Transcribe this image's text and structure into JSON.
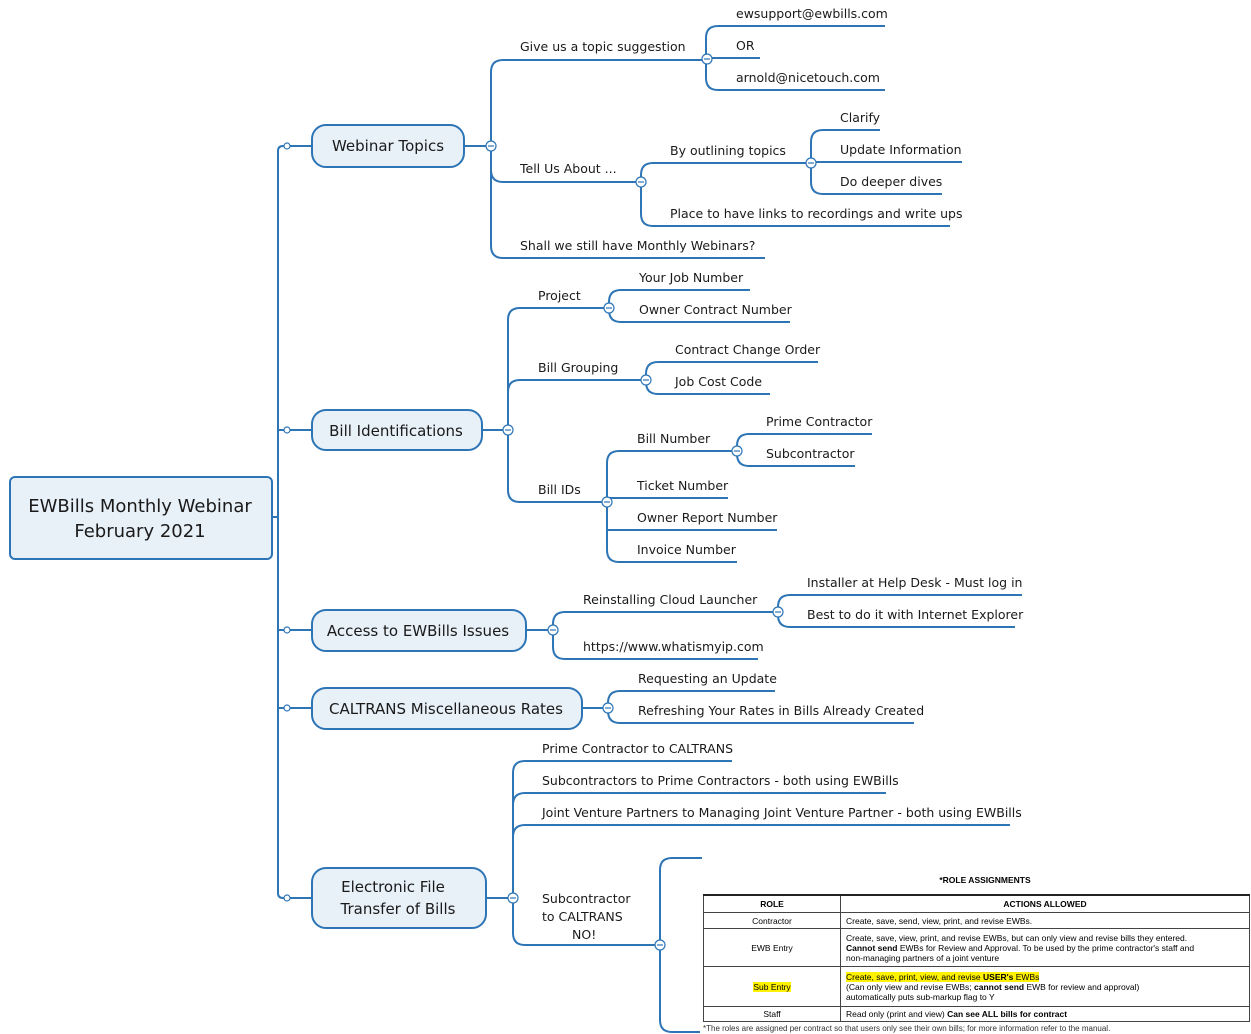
{
  "root": {
    "line1": "EWBills Monthly Webinar",
    "line2": "February 2021"
  },
  "branches": {
    "webinar_topics": {
      "label": "Webinar Topics",
      "topic_suggestion": "Give us a topic suggestion",
      "email1": "ewsupport@ewbills.com",
      "or": "OR",
      "email2": "arnold@nicetouch.com",
      "tell_us": "Tell Us About ...",
      "outlining": "By outlining topics",
      "clarify": "Clarify",
      "update_info": "Update Information",
      "deeper": "Do deeper dives",
      "place_links": "Place to have links to recordings and write ups",
      "monthly": "Shall we still have Monthly Webinars?"
    },
    "bill_ids": {
      "label": "Bill Identifications",
      "project": "Project",
      "job_number": "Your Job Number",
      "owner_contract": "Owner Contract Number",
      "bill_grouping": "Bill Grouping",
      "change_order": "Contract Change Order",
      "job_cost": "Job Cost Code",
      "bill_ids_node": "Bill IDs",
      "bill_number": "Bill Number",
      "prime": "Prime Contractor",
      "sub": "Subcontractor",
      "ticket": "Ticket Number",
      "owner_report": "Owner Report Number",
      "invoice": "Invoice Number"
    },
    "access": {
      "label": "Access to EWBills Issues",
      "reinstall": "Reinstalling Cloud Launcher",
      "installer": "Installer at Help Desk - Must log in",
      "best_ie": "Best to do it with Internet Explorer",
      "whatismyip": "https://www.whatismyip.com"
    },
    "caltrans": {
      "label": "CALTRANS Miscellaneous Rates",
      "requesting": "Requesting an Update",
      "refreshing": "Refreshing Your Rates in Bills Already Created"
    },
    "eft": {
      "label_line1": "Electronic File",
      "label_line2": "Transfer of Bills",
      "prime_caltrans": "Prime Contractor to CALTRANS",
      "subs_prime": "Subcontractors to Prime Contractors - both using EWBills",
      "jv": "Joint Venture Partners to Managing Joint Venture Partner - both using EWBills",
      "sub_caltrans_1": "Subcontractor",
      "sub_caltrans_2": "to CALTRANS",
      "sub_caltrans_3": "NO!"
    }
  },
  "role_table": {
    "title": "*ROLE ASSIGNMENTS",
    "col_role": "ROLE",
    "col_actions": "ACTIONS ALLOWED",
    "r1_role": "Contractor",
    "r1_actions": "Create, save, send, view, print, and revise EWBs.",
    "r2_role": "EWB Entry",
    "r2_a1": "Create, save, view, print, and revise EWBs, but can only view and revise bills they entered.",
    "r2_a2_bold": "Cannot send",
    "r2_a2_rest": " EWBs for Review and Approval. To be used by the prime contractor's staff and",
    "r2_a3": "non-managing partners of a joint venture",
    "r3_role": "Sub Entry",
    "r3_a1_pre": "Create, save, print, view, and revise ",
    "r3_a1_bold": "USER's",
    "r3_a1_post": " EWBs",
    "r3_a2_pre": "(Can only view and revise EWBs; ",
    "r3_a2_bold": "cannot send",
    "r3_a2_post": " EWB for review and approval)",
    "r3_a3": "automatically puts sub-markup flag to Y",
    "r4_role": "Staff",
    "r4_a_pre": "Read only (print and view) ",
    "r4_a_bold": "Can see ALL bills for contract",
    "footnote": "*The roles are assigned per contract so that users only see their own bills; for more information refer to the manual."
  }
}
